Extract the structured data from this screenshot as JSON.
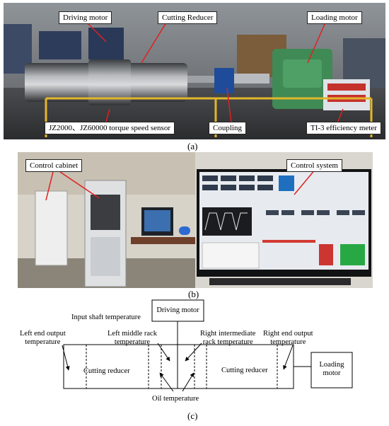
{
  "panel_a": {
    "label": "(a)",
    "callouts": {
      "driving_motor": "Driving motor",
      "cutting_reducer": "Cutting Reducer",
      "loading_motor": "Loading motor",
      "torque_sensor": "JZ2000、JZ60000 torque speed sensor",
      "coupling": "Coupling",
      "efficiency_meter": "TI-3 efficiency meter"
    }
  },
  "panel_b": {
    "label": "(b)",
    "callouts": {
      "control_cabinet": "Control cabinet",
      "control_system": "Control system"
    }
  },
  "panel_c": {
    "label": "(c)",
    "boxes": {
      "driving_motor": "Driving motor",
      "cutting_reducer_left": "Cutting reducer",
      "cutting_reducer_right": "Cutting reducer",
      "loading_motor_line1": "Loading",
      "loading_motor_line2": "motor"
    },
    "labels": {
      "input_shaft": "Input shaft temperature",
      "left_end_line1": "Left end output",
      "left_end_line2": "temperature",
      "left_middle_line1": "Left middle rack",
      "left_middle_line2": "temperature",
      "right_intermediate_line1": "Right intermediate",
      "right_intermediate_line2": "rack temperature",
      "right_end_line1": "Right end output",
      "right_end_line2": "temperature",
      "oil": "Oil temperature"
    }
  },
  "colors": {
    "callout_arrow": "#e02020",
    "diagram_line": "#000000"
  }
}
